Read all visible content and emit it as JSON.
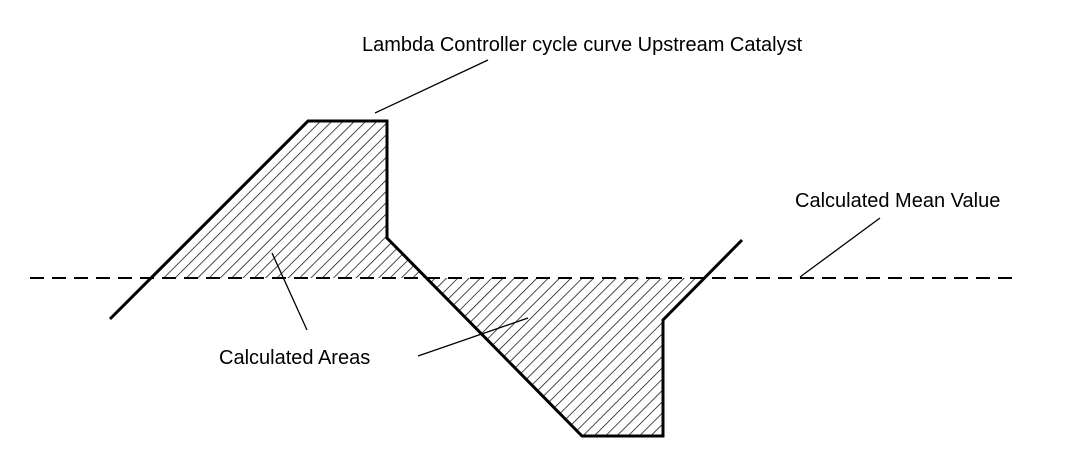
{
  "labels": {
    "curve": "Lambda Controller cycle curve Upstream Catalyst",
    "mean": "Calculated Mean Value",
    "areas": "Calculated Areas"
  },
  "colors": {
    "stroke": "#000000",
    "background": "#ffffff"
  }
}
